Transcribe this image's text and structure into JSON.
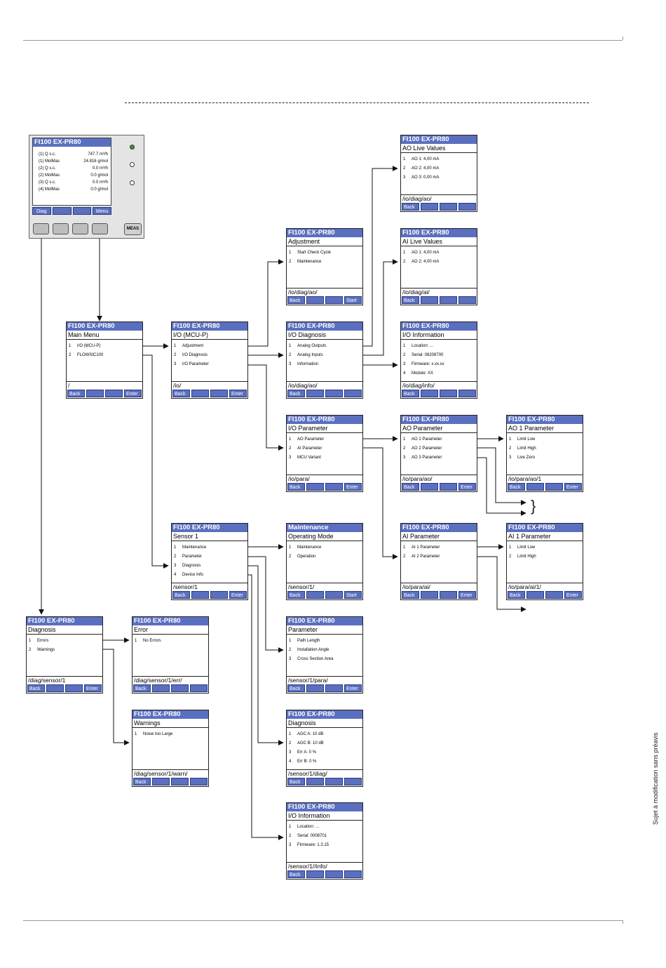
{
  "side_note": "Sujet à modification sans préavis",
  "device": {
    "title": "FI100 EX-PR80",
    "rows": [
      {
        "label": "(1) Q s.c.",
        "value": "747.7 m³/h"
      },
      {
        "label": "(1) MolMas",
        "value": "24.816 g/mol"
      },
      {
        "label": "(2) Q s.c.",
        "value": "0.0 m³/h"
      },
      {
        "label": "(2) MolMas",
        "value": "0.0 g/mol"
      },
      {
        "label": "(3) Q s.c.",
        "value": "0.0 m³/h"
      },
      {
        "label": "(4) MolMas",
        "value": "0.0 g/mol"
      }
    ],
    "buttons": [
      "Diag",
      "",
      "",
      "Menu"
    ],
    "meas_label": "MEAS"
  },
  "screens": {
    "main": {
      "title": "FI100 EX-PR80",
      "subtitle": "Main Menu",
      "items": [
        {
          "n": "1",
          "t": "I/O (MCU-P)"
        },
        {
          "n": "2",
          "t": "FLOWSIC100"
        }
      ],
      "path": "/",
      "buttons": [
        "Back",
        "",
        "",
        "Enter"
      ]
    },
    "io": {
      "title": "FI100 EX-PR80",
      "subtitle": "I/O (MCU-P)",
      "items": [
        {
          "n": "1",
          "t": "Adjustment"
        },
        {
          "n": "2",
          "t": "I/O Diagnosis"
        },
        {
          "n": "3",
          "t": "I/O Parameter"
        }
      ],
      "path": "/io/",
      "buttons": [
        "Back",
        "",
        "",
        "Enter"
      ]
    },
    "adjust": {
      "title": "FI100 EX-PR80",
      "subtitle": "Adjustment",
      "items": [
        {
          "n": "1",
          "t": "Start Check Cycle"
        },
        {
          "n": "2",
          "t": "Maintenance"
        }
      ],
      "path": "/io/diag/ao/",
      "buttons": [
        "Back",
        "",
        "",
        "Start"
      ]
    },
    "iodiag": {
      "title": "FI100 EX-PR80",
      "subtitle": "I/O Diagnosis",
      "items": [
        {
          "n": "1",
          "t": "Analog Outputs"
        },
        {
          "n": "2",
          "t": "Analog Inputs"
        },
        {
          "n": "3",
          "t": "Information"
        }
      ],
      "path": "/io/diag/ao/",
      "buttons": [
        "Back",
        "",
        "",
        ""
      ]
    },
    "iopara": {
      "title": "FI100 EX-PR80",
      "subtitle": "I/O Parameter",
      "items": [
        {
          "n": "1",
          "t": "AO Parameter"
        },
        {
          "n": "2",
          "t": "AI Parameter"
        },
        {
          "n": "3",
          "t": "MCU Variant"
        }
      ],
      "path": "/io/para/",
      "buttons": [
        "Back",
        "",
        "",
        "Enter"
      ]
    },
    "aolive": {
      "title": "FI100 EX-PR80",
      "subtitle": "AO Live Values",
      "items": [
        {
          "n": "1",
          "t": "AO 1:  4,00 mA"
        },
        {
          "n": "2",
          "t": "AO 2:  4,00 mA"
        },
        {
          "n": "3",
          "t": "AO 3:  0,00 mA"
        }
      ],
      "path": "/io/diag/ao/",
      "buttons": [
        "Back",
        "",
        "",
        ""
      ]
    },
    "ailive": {
      "title": "FI100 EX-PR80",
      "subtitle": "AI Live Values",
      "items": [
        {
          "n": "1",
          "t": "AO 1:  4,00 mA"
        },
        {
          "n": "2",
          "t": "AO 2:  4,00 mA"
        }
      ],
      "path": "/io/diag/ai/",
      "buttons": [
        "Back",
        "",
        "",
        ""
      ]
    },
    "ioinfo": {
      "title": "FI100 EX-PR80",
      "subtitle": "I/O Information",
      "items": [
        {
          "n": "1",
          "t": "Location:  ..."
        },
        {
          "n": "2",
          "t": "Serial:  08208700"
        },
        {
          "n": "3",
          "t": "Firmware:   x.xx.xx"
        },
        {
          "n": "4",
          "t": "Module:  XX"
        }
      ],
      "path": "/io/diag/info/",
      "buttons": [
        "Back",
        "",
        "",
        ""
      ]
    },
    "aopara": {
      "title": "FI100 EX-PR80",
      "subtitle": "AO Parameter",
      "items": [
        {
          "n": "1",
          "t": "AO 1 Parameter"
        },
        {
          "n": "2",
          "t": "AO 2 Parameter"
        },
        {
          "n": "3",
          "t": "AO 3 Parameter"
        }
      ],
      "path": "/io/para/ao/",
      "buttons": [
        "Back",
        "",
        "",
        "Enter"
      ]
    },
    "ao1para": {
      "title": "FI100 EX-PR80",
      "subtitle": "AO 1 Parameter",
      "items": [
        {
          "n": "1",
          "t": "Limit Low"
        },
        {
          "n": "2",
          "t": "Limit High"
        },
        {
          "n": "3",
          "t": "Live Zero"
        }
      ],
      "path": "/io/para/ao/1",
      "buttons": [
        "Back",
        "",
        "",
        "Enter"
      ]
    },
    "aipara": {
      "title": "FI100 EX-PR80",
      "subtitle": "AI Parameter",
      "items": [
        {
          "n": "1",
          "t": "AI 1 Parameter"
        },
        {
          "n": "2",
          "t": "AI 2 Parameter"
        }
      ],
      "path": "/io/para/ai/",
      "buttons": [
        "Back",
        "",
        "",
        "Enter"
      ]
    },
    "ai1para": {
      "title": "FI100 EX-PR80",
      "subtitle": "AI 1 Parameter",
      "items": [
        {
          "n": "1",
          "t": "Limit Low"
        },
        {
          "n": "2",
          "t": "Limit High"
        }
      ],
      "path": "/io/para/ai/1/",
      "buttons": [
        "Back",
        "",
        "",
        "Enter"
      ]
    },
    "sensor": {
      "title": "FI100 EX-PR80",
      "subtitle": "Sensor 1",
      "items": [
        {
          "n": "1",
          "t": "Maintenance"
        },
        {
          "n": "2",
          "t": "Parameter"
        },
        {
          "n": "3",
          "t": "Diagnosis"
        },
        {
          "n": "4",
          "t": "Device Info"
        }
      ],
      "path": "/sensor/1",
      "buttons": [
        "Back",
        "",
        "",
        "Enter"
      ]
    },
    "opmode": {
      "title": "Maintenance",
      "subtitle": "Operating Mode",
      "items": [
        {
          "n": "1",
          "t": "Maintenance"
        },
        {
          "n": "2",
          "t": "Operation"
        }
      ],
      "path": "/sensor/1/",
      "buttons": [
        "Back",
        "",
        "",
        "Start"
      ]
    },
    "sparam": {
      "title": "FI100 EX-PR80",
      "subtitle": "Parameter",
      "items": [
        {
          "n": "1",
          "t": "Path Length"
        },
        {
          "n": "2",
          "t": "Installation Angle"
        },
        {
          "n": "3",
          "t": "Cross Section Area"
        }
      ],
      "path": "/sensor/1/para/",
      "buttons": [
        "Back",
        "",
        "",
        "Enter"
      ]
    },
    "sdiag": {
      "title": "FI100 EX-PR80",
      "subtitle": "Diagnosis",
      "items": [
        {
          "n": "1",
          "t": "AGC A: 10 dB"
        },
        {
          "n": "2",
          "t": "AGC B: 10 dB"
        },
        {
          "n": "3",
          "t": "Err A:      0  %"
        },
        {
          "n": "4",
          "t": "Err B:      0  %"
        }
      ],
      "path": "/sensor/1/diag/",
      "buttons": [
        "Back",
        "",
        "",
        ""
      ]
    },
    "sinfo": {
      "title": "FI100 EX-PR80",
      "subtitle": "I/O Information",
      "items": [
        {
          "n": "1",
          "t": "Location:  ..."
        },
        {
          "n": "2",
          "t": "Serial:  0008701"
        },
        {
          "n": "3",
          "t": "Firmware:   1.3.15"
        }
      ],
      "path": "/sensor/1//info/",
      "buttons": [
        "Back",
        "",
        "",
        ""
      ]
    },
    "diag": {
      "title": "FI100 EX-PR80",
      "subtitle": "Diagnosis",
      "items": [
        {
          "n": "1",
          "t": "Errors"
        },
        {
          "n": "2",
          "t": "Warnings"
        }
      ],
      "path": "/diag/sensor/1",
      "buttons": [
        "Back",
        "",
        "",
        "Enter"
      ]
    },
    "err": {
      "title": "FI100 EX-PR80",
      "subtitle": "Error",
      "items": [
        {
          "n": "1",
          "t": "No Errors"
        }
      ],
      "path": "/diag/sensor/1/err/",
      "buttons": [
        "Back",
        "",
        "",
        ""
      ]
    },
    "warn": {
      "title": "FI100 EX-PR80",
      "subtitle": "Warnings",
      "items": [
        {
          "n": "1",
          "t": "Noise too Large"
        }
      ],
      "path": "/diag/sensor/1/warn/",
      "buttons": [
        "Back",
        "",
        "",
        ""
      ]
    }
  }
}
